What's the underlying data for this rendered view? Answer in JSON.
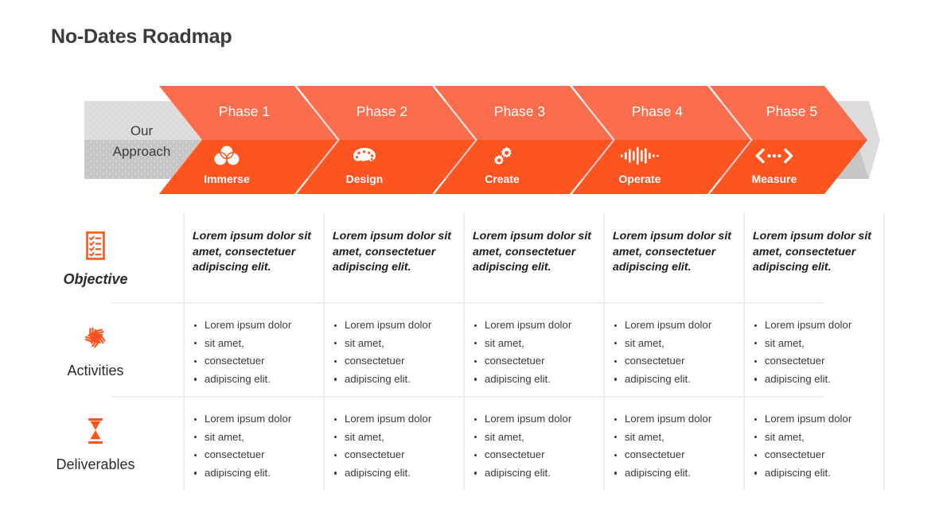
{
  "title": "No-Dates Roadmap",
  "colors": {
    "accent_light": "#fb6d4c",
    "accent_dark": "#fd5420",
    "gray_light": "#dcdcdc",
    "gray_dark": "#c6c6c6",
    "separator": "#ededed",
    "title_text": "#3b3b3b",
    "body_text": "#3a3a3a"
  },
  "roadmap": {
    "approach_label_line1": "Our",
    "approach_label_line2": "Approach",
    "phases": [
      {
        "phase_label": "Phase 1",
        "stage_name": "Immerse",
        "icon": "venn-circles-icon"
      },
      {
        "phase_label": "Phase 2",
        "stage_name": "Design",
        "icon": "palette-icon"
      },
      {
        "phase_label": "Phase 3",
        "stage_name": "Create",
        "icon": "gears-icon"
      },
      {
        "phase_label": "Phase 4",
        "stage_name": "Operate",
        "icon": "waveform-icon"
      },
      {
        "phase_label": "Phase 5",
        "stage_name": "Measure",
        "icon": "measure-arrows-icon"
      }
    ]
  },
  "matrix": {
    "rows": [
      {
        "label": "Objective",
        "icon": "checklist-icon",
        "style": "italic",
        "cells": [
          {
            "text": "Lorem ipsum dolor sit amet, consectetuer adipiscing elit."
          },
          {
            "text": "Lorem ipsum dolor sit amet, consectetuer adipiscing elit."
          },
          {
            "text": "Lorem ipsum dolor sit amet, consectetuer adipiscing elit."
          },
          {
            "text": "Lorem ipsum dolor sit amet, consectetuer adipiscing elit."
          },
          {
            "text": "Lorem ipsum dolor sit amet, consectetuer adipiscing elit."
          }
        ]
      },
      {
        "label": "Activities",
        "icon": "teamwork-hands-icon",
        "style": "regular",
        "cells": [
          {
            "bullets": [
              "Lorem ipsum dolor",
              "sit amet,",
              "consectetuer",
              "adipiscing elit."
            ]
          },
          {
            "bullets": [
              "Lorem ipsum dolor",
              "sit amet,",
              "consectetuer",
              "adipiscing elit."
            ]
          },
          {
            "bullets": [
              "Lorem ipsum dolor",
              "sit amet,",
              "consectetuer",
              "adipiscing elit."
            ]
          },
          {
            "bullets": [
              "Lorem ipsum dolor",
              "sit amet,",
              "consectetuer",
              "adipiscing elit."
            ]
          },
          {
            "bullets": [
              "Lorem ipsum dolor",
              "sit amet,",
              "consectetuer",
              "adipiscing elit."
            ]
          }
        ]
      },
      {
        "label": "Deliverables",
        "icon": "hourglass-icon",
        "style": "regular",
        "cells": [
          {
            "bullets": [
              "Lorem ipsum dolor",
              "sit amet,",
              "consectetuer",
              "adipiscing elit."
            ]
          },
          {
            "bullets": [
              "Lorem ipsum dolor",
              "sit amet,",
              "consectetuer",
              "adipiscing elit."
            ]
          },
          {
            "bullets": [
              "Lorem ipsum dolor",
              "sit amet,",
              "consectetuer",
              "adipiscing elit."
            ]
          },
          {
            "bullets": [
              "Lorem ipsum dolor",
              "sit amet,",
              "consectetuer",
              "adipiscing elit."
            ]
          },
          {
            "bullets": [
              "Lorem ipsum dolor",
              "sit amet,",
              "consectetuer",
              "adipiscing elit."
            ]
          }
        ]
      }
    ]
  }
}
